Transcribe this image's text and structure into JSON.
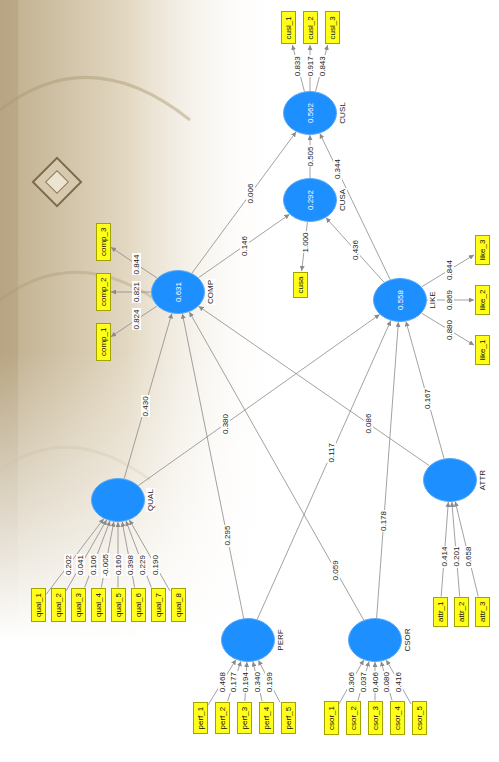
{
  "diagram": {
    "nodes": [
      {
        "text": [
          "cusl_1"
        ]
      },
      {
        "text": [
          "cusl_2"
        ]
      },
      {
        "text": [
          "cusl_3"
        ]
      },
      {
        "text": [
          "0.562",
          "CUSL"
        ]
      },
      {
        "text": [
          "0.292",
          "CUSA"
        ]
      },
      {
        "text": [
          "cusa"
        ]
      },
      {
        "text": [
          "comp_3"
        ]
      },
      {
        "text": [
          "comp_2"
        ]
      },
      {
        "text": [
          "comp_1"
        ]
      },
      {
        "text": [
          "0.631",
          "COMP"
        ]
      },
      {
        "text": [
          "0.558",
          "LIKE"
        ]
      },
      {
        "text": [
          "like_3"
        ]
      },
      {
        "text": [
          "like_2"
        ]
      },
      {
        "text": [
          "like_1"
        ]
      },
      {
        "text": [
          "QUAL"
        ]
      },
      {
        "text": [
          "qual_1"
        ]
      },
      {
        "text": [
          "qual_2"
        ]
      },
      {
        "text": [
          "qual_3"
        ]
      },
      {
        "text": [
          "qual_4"
        ]
      },
      {
        "text": [
          "qual_5"
        ]
      },
      {
        "text": [
          "qual_6"
        ]
      },
      {
        "text": [
          "qual_7"
        ]
      },
      {
        "text": [
          "qual_8"
        ]
      },
      {
        "text": [
          "ATTR"
        ]
      },
      {
        "text": [
          "attr_1"
        ]
      },
      {
        "text": [
          "attr_2"
        ]
      },
      {
        "text": [
          "attr_3"
        ]
      },
      {
        "text": [
          "PERF"
        ]
      },
      {
        "text": [
          "perf_1"
        ]
      },
      {
        "text": [
          "perf_2"
        ]
      },
      {
        "text": [
          "perf_3"
        ]
      },
      {
        "text": [
          "perf_4"
        ]
      },
      {
        "text": [
          "perf_5"
        ]
      },
      {
        "text": [
          "CSOR"
        ]
      },
      {
        "text": [
          "csor_1"
        ]
      },
      {
        "text": [
          "csor_2"
        ]
      },
      {
        "text": [
          "csor_3"
        ]
      },
      {
        "text": [
          "csor_4"
        ]
      },
      {
        "text": [
          "csor_5"
        ]
      }
    ],
    "edges": [
      {
        "from": 3,
        "to": 0,
        "label": "0.833",
        "arrow": "to"
      },
      {
        "from": 3,
        "to": 1,
        "label": "0.917",
        "arrow": "to"
      },
      {
        "from": 3,
        "to": 2,
        "label": "0.843",
        "arrow": "to"
      },
      {
        "from": 4,
        "to": 3,
        "label": "0.505",
        "arrow": "to"
      },
      {
        "from": 4,
        "to": 5,
        "label": "1.000",
        "arrow": "to"
      },
      {
        "from": 9,
        "to": 8,
        "label": "0.824",
        "arrow": "to"
      },
      {
        "from": 9,
        "to": 7,
        "label": "0.821",
        "arrow": "to"
      },
      {
        "from": 9,
        "to": 6,
        "label": "0.844",
        "arrow": "to"
      },
      {
        "from": 9,
        "to": 4,
        "label": "0.146",
        "arrow": "to"
      },
      {
        "from": 9,
        "to": 3,
        "label": "0.006",
        "arrow": "to"
      },
      {
        "from": 10,
        "to": 13,
        "label": "0.880",
        "arrow": "to"
      },
      {
        "from": 10,
        "to": 12,
        "label": "0.869",
        "arrow": "to"
      },
      {
        "from": 10,
        "to": 11,
        "label": "0.844",
        "arrow": "to"
      },
      {
        "from": 10,
        "to": 4,
        "label": "0.436",
        "arrow": "to"
      },
      {
        "from": 10,
        "to": 3,
        "label": "0.344",
        "arrow": "to"
      },
      {
        "from": 15,
        "to": 14,
        "label": "0.202",
        "arrow": "to"
      },
      {
        "from": 16,
        "to": 14,
        "label": "0.041",
        "arrow": "to"
      },
      {
        "from": 17,
        "to": 14,
        "label": "0.106",
        "arrow": "to"
      },
      {
        "from": 18,
        "to": 14,
        "label": "-0.005",
        "arrow": "to"
      },
      {
        "from": 19,
        "to": 14,
        "label": "0.160",
        "arrow": "to"
      },
      {
        "from": 20,
        "to": 14,
        "label": "0.398",
        "arrow": "to"
      },
      {
        "from": 21,
        "to": 14,
        "label": "0.229",
        "arrow": "to"
      },
      {
        "from": 22,
        "to": 14,
        "label": "0.190",
        "arrow": "to"
      },
      {
        "from": 14,
        "to": 9,
        "label": "0.430",
        "arrow": "to"
      },
      {
        "from": 14,
        "to": 10,
        "label": "0.380",
        "arrow": "to"
      },
      {
        "from": 24,
        "to": 23,
        "label": "0.414",
        "arrow": "to"
      },
      {
        "from": 25,
        "to": 23,
        "label": "0.201",
        "arrow": "to"
      },
      {
        "from": 26,
        "to": 23,
        "label": "0.658",
        "arrow": "to"
      },
      {
        "from": 23,
        "to": 9,
        "label": "0.086",
        "arrow": "to"
      },
      {
        "from": 23,
        "to": 10,
        "label": "0.167",
        "arrow": "to"
      },
      {
        "from": 28,
        "to": 27,
        "label": "0.468",
        "arrow": "to"
      },
      {
        "from": 29,
        "to": 27,
        "label": "0.177",
        "arrow": "to"
      },
      {
        "from": 30,
        "to": 27,
        "label": "0.194",
        "arrow": "to"
      },
      {
        "from": 31,
        "to": 27,
        "label": "0.340",
        "arrow": "to"
      },
      {
        "from": 32,
        "to": 27,
        "label": "0.199",
        "arrow": "to"
      },
      {
        "from": 27,
        "to": 9,
        "label": "0.295",
        "arrow": "to"
      },
      {
        "from": 27,
        "to": 10,
        "label": "0.117",
        "arrow": "to"
      },
      {
        "from": 34,
        "to": 33,
        "label": "0.306",
        "arrow": "to"
      },
      {
        "from": 35,
        "to": 33,
        "label": "0.037",
        "arrow": "to"
      },
      {
        "from": 36,
        "to": 33,
        "label": "0.406",
        "arrow": "to"
      },
      {
        "from": 37,
        "to": 33,
        "label": "0.080",
        "arrow": "to"
      },
      {
        "from": 38,
        "to": 33,
        "label": "0.416",
        "arrow": "to"
      },
      {
        "from": 33,
        "to": 9,
        "label": "0.059",
        "arrow": "to"
      },
      {
        "from": 33,
        "to": 10,
        "label": "0.178",
        "arrow": "to"
      }
    ]
  }
}
